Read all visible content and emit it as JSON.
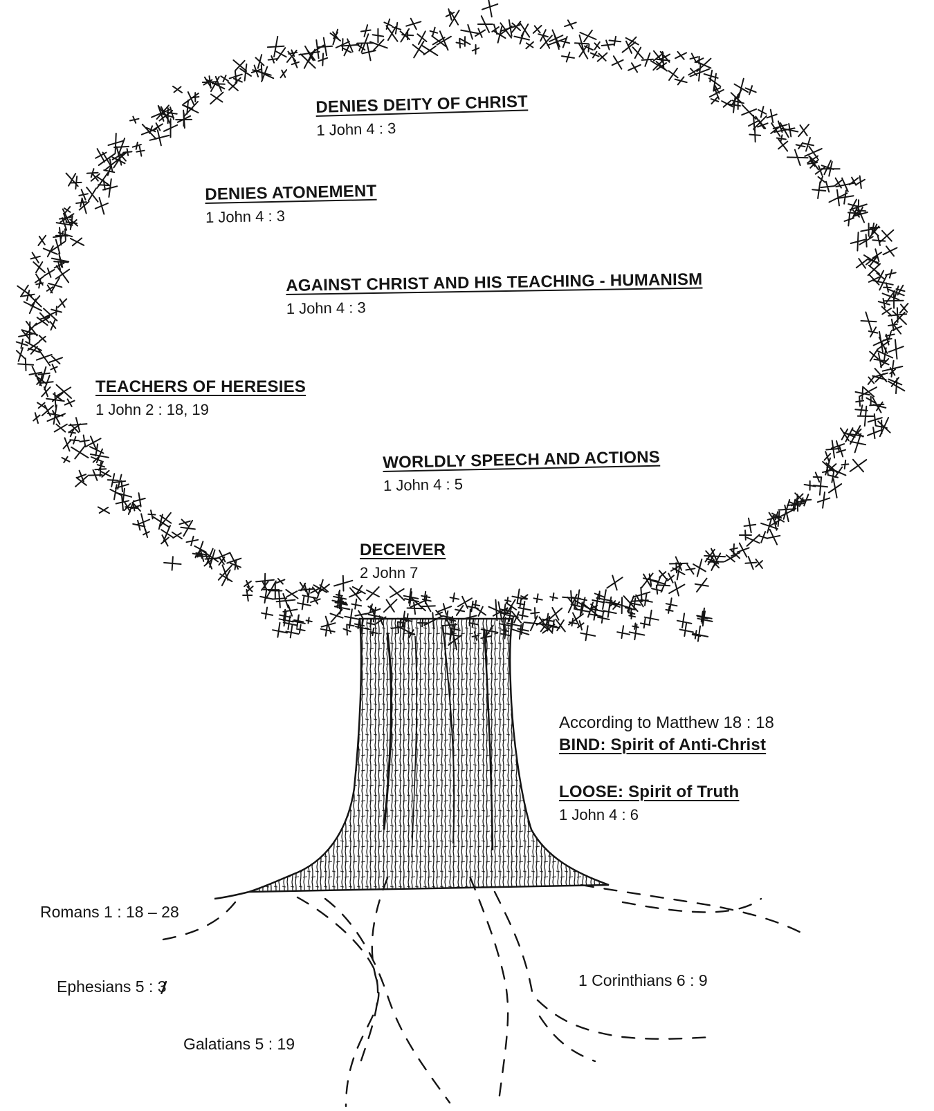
{
  "canopy": {
    "items": [
      {
        "heading": "DENIES DEITY OF CHRIST",
        "reference": "1 John 4 : 3"
      },
      {
        "heading": "DENIES ATONEMENT",
        "reference": "1 John 4 : 3"
      },
      {
        "heading": "AGAINST CHRIST AND HIS TEACHING - HUMANISM",
        "reference": "1 John 4 : 3"
      },
      {
        "heading": "TEACHERS OF HERESIES",
        "reference": "1 John 2 : 18, 19"
      },
      {
        "heading": "WORLDLY SPEECH AND ACTIONS",
        "reference": "1 John 4 : 5"
      },
      {
        "heading": "DECEIVER",
        "reference": "2 John 7"
      }
    ]
  },
  "trunk_notes": {
    "intro": "According to Matthew 18 : 18",
    "bind": "BIND: Spirit of Anti-Christ",
    "loose": "LOOSE: Spirit of Truth",
    "loose_reference": "1 John 4 : 6"
  },
  "roots": {
    "items": [
      "Romans 1 : 18 – 28",
      "Ephesians 5 : 3",
      "Galatians 5 : 19",
      "1 Corinthians 6 : 9"
    ]
  },
  "colors": {
    "ink": "#151515",
    "paper": "#ffffff"
  }
}
